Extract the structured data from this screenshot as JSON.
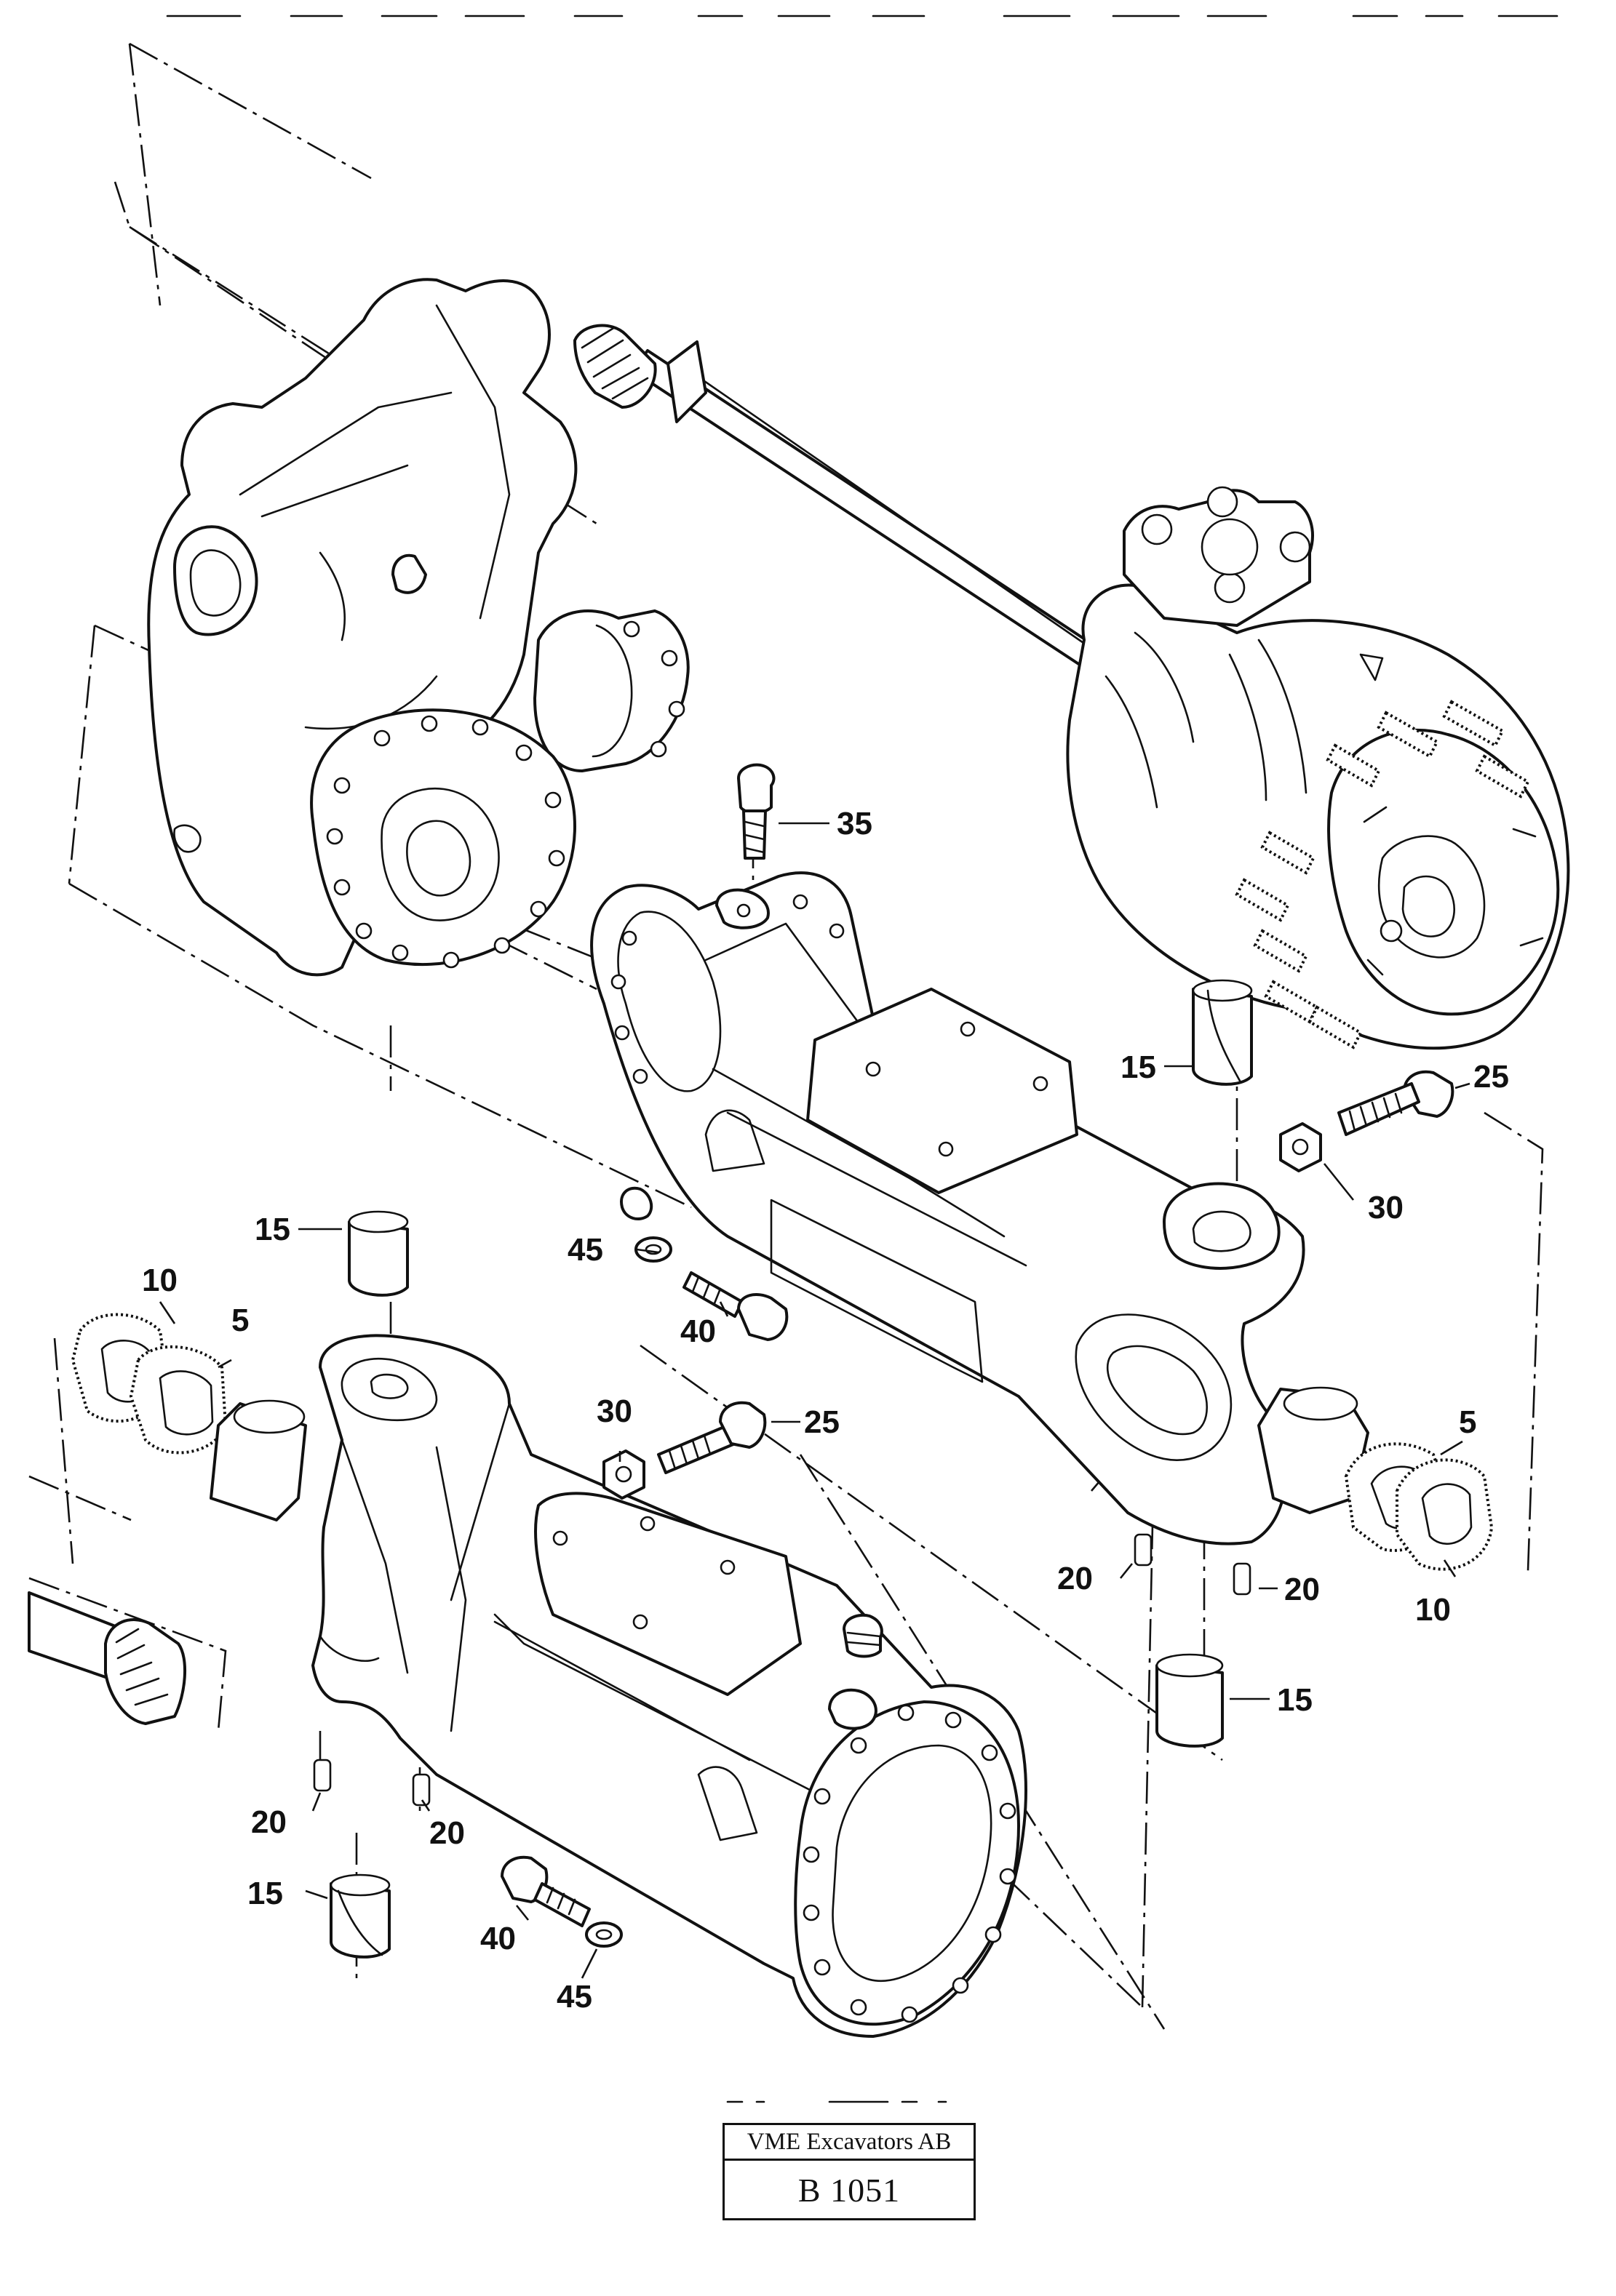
{
  "diagram": {
    "type": "exploded-parts-drawing",
    "callouts": [
      "5",
      "10",
      "15",
      "20",
      "25",
      "30",
      "35",
      "40",
      "45"
    ]
  },
  "title_block": {
    "company": "VME Excavators AB",
    "drawing_number": "B 1051"
  }
}
